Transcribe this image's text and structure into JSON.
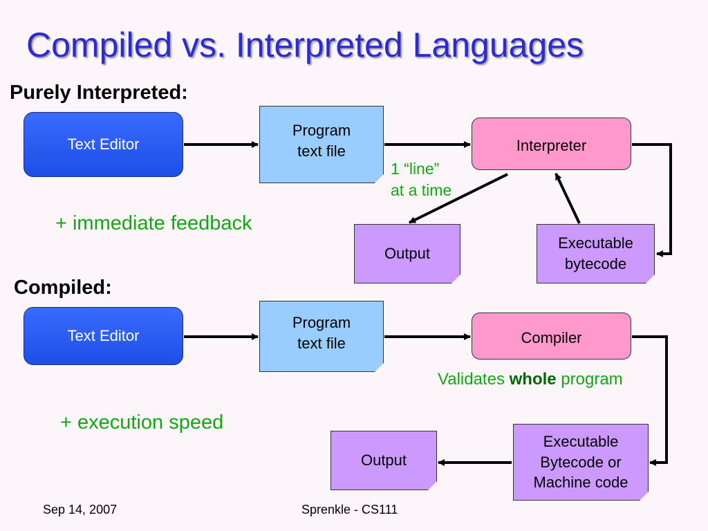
{
  "slide": {
    "title": "Compiled vs. Interpreted Languages"
  },
  "interpreted": {
    "label": "Purely Interpreted:",
    "text_editor": "Text Editor",
    "program_file": "Program\ntext file",
    "interpreter": "Interpreter",
    "line_note": "1 “line”\nat a time",
    "output": "Output",
    "bytecode": "Executable\nbytecode",
    "benefit": "+ immediate feedback"
  },
  "compiled": {
    "label": "Compiled:",
    "text_editor": "Text Editor",
    "program_file": "Program\ntext file",
    "compiler": "Compiler",
    "validates_prefix": "Validates ",
    "validates_bold": "whole",
    "validates_suffix": " program",
    "benefit": "+ execution speed",
    "output": "Output",
    "machine_code": "Executable\nBytecode or\nMachine code"
  },
  "footer": {
    "date": "Sep 14, 2007",
    "author": "Sprenkle - CS111"
  },
  "colors": {
    "title": "#2b2bd0",
    "green_text": "#11a811",
    "editor": "#2255ff",
    "process": "#ff99cc",
    "file": "#99ccff",
    "output": "#cc99ff",
    "background": "#fcf5f9"
  }
}
